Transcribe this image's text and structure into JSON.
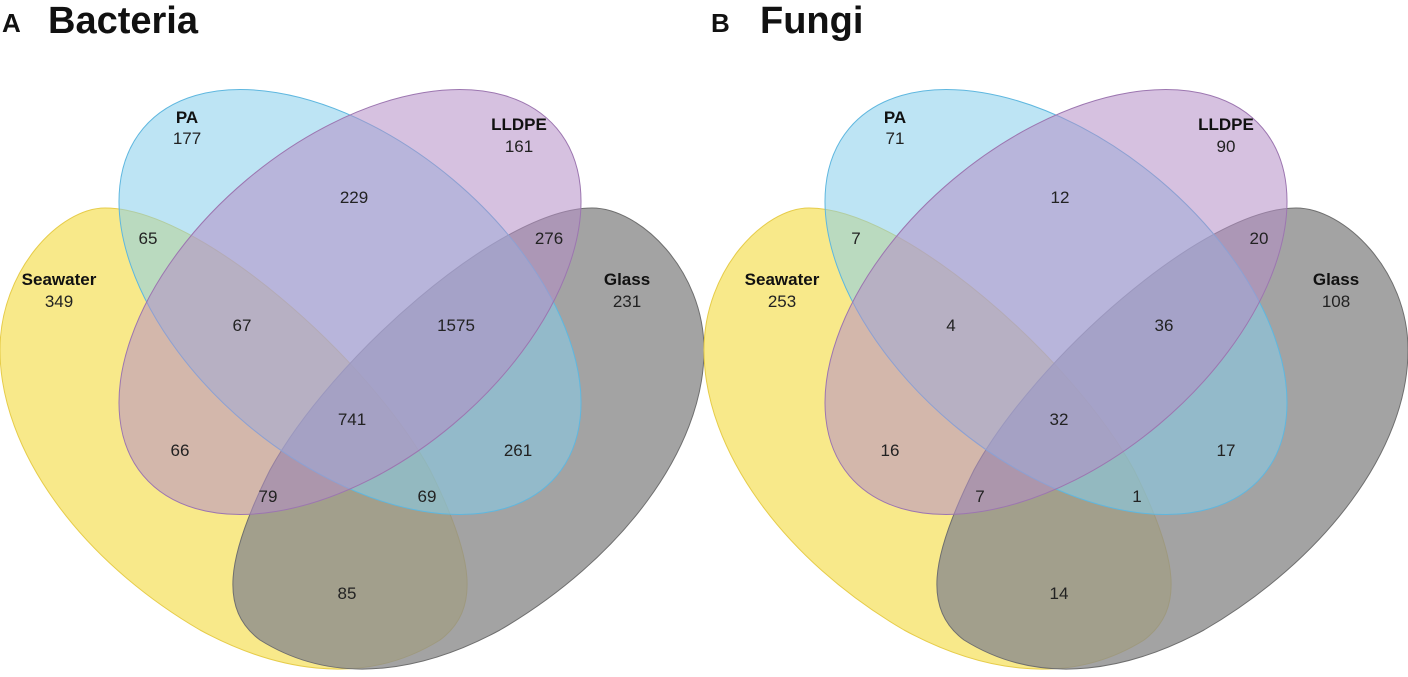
{
  "panels": [
    {
      "letter": "A",
      "title": "Bacteria",
      "sets": {
        "pa": {
          "name": "PA",
          "unique": "177",
          "color": "#87CEEB"
        },
        "lldpe": {
          "name": "LLDPE",
          "unique": "161",
          "color": "#B48EC6"
        },
        "seawater": {
          "name": "Seawater",
          "unique": "349",
          "color": "#F5E163"
        },
        "glass": {
          "name": "Glass",
          "unique": "231",
          "color": "#8C8C8C"
        }
      },
      "intersections": {
        "pa_lldpe": "229",
        "pa_seawater": "65",
        "lldpe_glass": "276",
        "pa_lldpe_seawater": "67",
        "pa_lldpe_glass": "1575",
        "all": "741",
        "lldpe_seawater": "66",
        "pa_glass": "261",
        "lldpe_seawater_glass": "79",
        "pa_seawater_glass": "69",
        "seawater_glass": "85"
      }
    },
    {
      "letter": "B",
      "title": "Fungi",
      "sets": {
        "pa": {
          "name": "PA",
          "unique": "71",
          "color": "#87CEEB"
        },
        "lldpe": {
          "name": "LLDPE",
          "unique": "90",
          "color": "#B48EC6"
        },
        "seawater": {
          "name": "Seawater",
          "unique": "253",
          "color": "#F5E163"
        },
        "glass": {
          "name": "Glass",
          "unique": "108",
          "color": "#8C8C8C"
        }
      },
      "intersections": {
        "pa_lldpe": "12",
        "pa_seawater": "7",
        "lldpe_glass": "20",
        "pa_lldpe_seawater": "4",
        "pa_lldpe_glass": "36",
        "all": "32",
        "lldpe_seawater": "16",
        "pa_glass": "17",
        "lldpe_seawater_glass": "7",
        "pa_seawater_glass": "1",
        "seawater_glass": "14"
      }
    }
  ]
}
